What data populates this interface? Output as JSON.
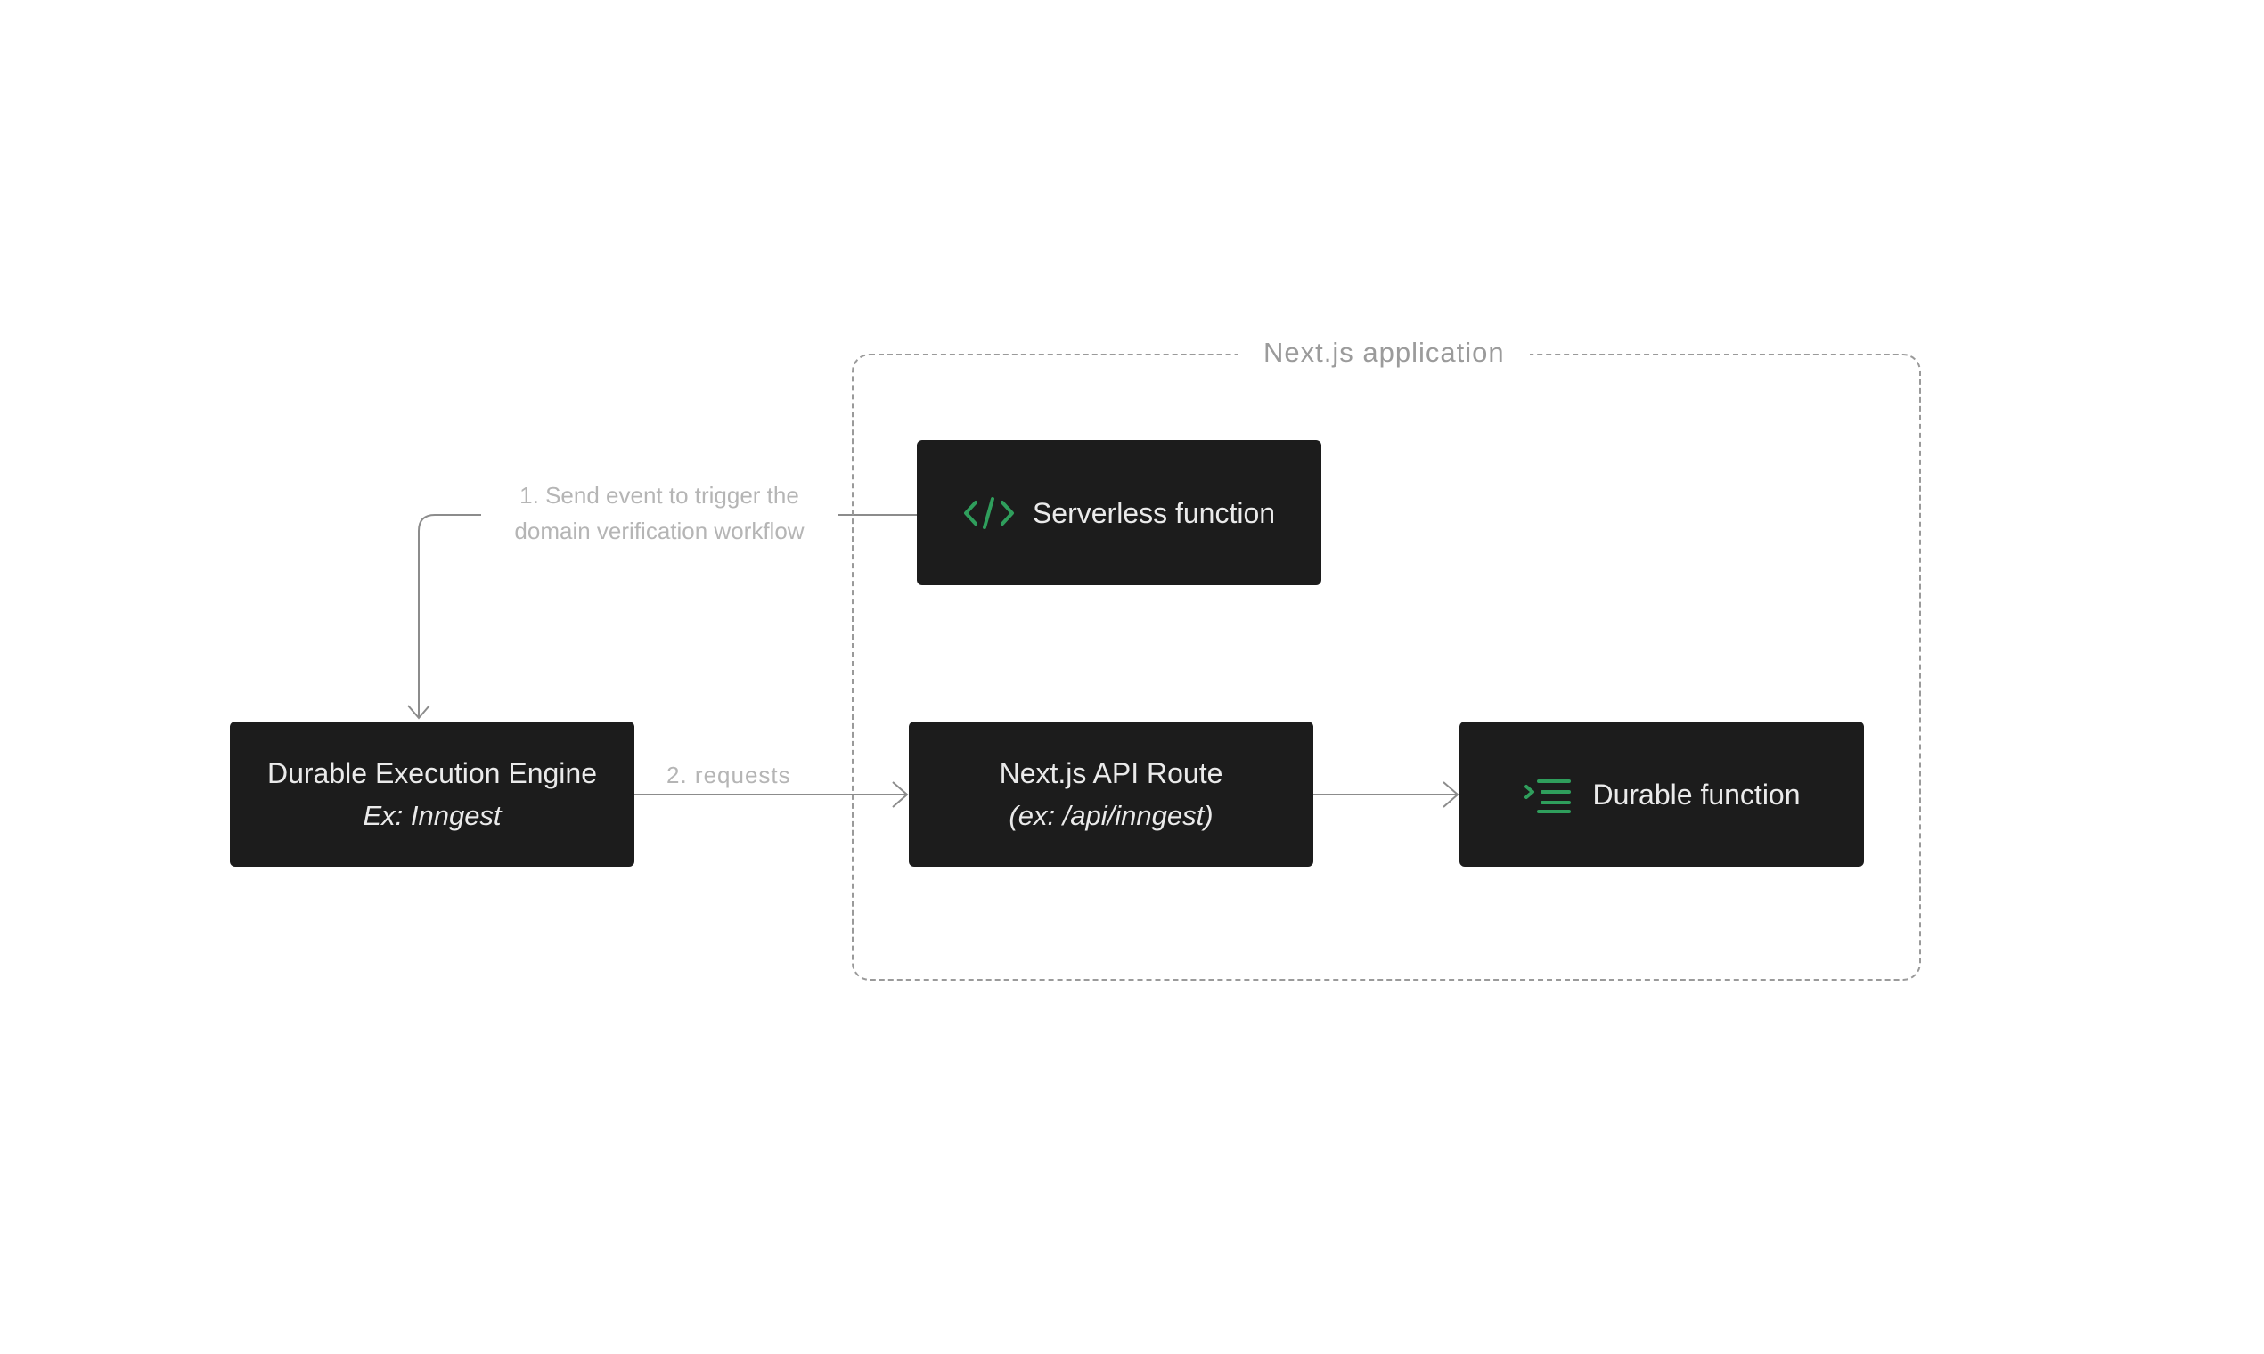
{
  "diagram": {
    "group": {
      "label": "Next.js application"
    },
    "nodes": {
      "engine": {
        "title": "Durable Execution Engine",
        "subtitle": "Ex: Inngest"
      },
      "serverless": {
        "label": "Serverless function",
        "icon": "code-icon"
      },
      "api_route": {
        "title": "Next.js API Route",
        "subtitle": "(ex: /api/inngest)"
      },
      "durable": {
        "label": "Durable function",
        "icon": "list-indent-icon"
      }
    },
    "edges": {
      "send_event": {
        "line1": "1. Send event to trigger the",
        "line2": "domain verification workflow"
      },
      "requests": {
        "label": "2. requests"
      }
    }
  },
  "colors": {
    "node_bg": "#1c1c1c",
    "node_text": "#eaeaea",
    "icon_accent": "#2f9e5c",
    "edge": "#8c8c8c",
    "label_text": "#b5b5b5",
    "frame": "#9a9a9a"
  }
}
